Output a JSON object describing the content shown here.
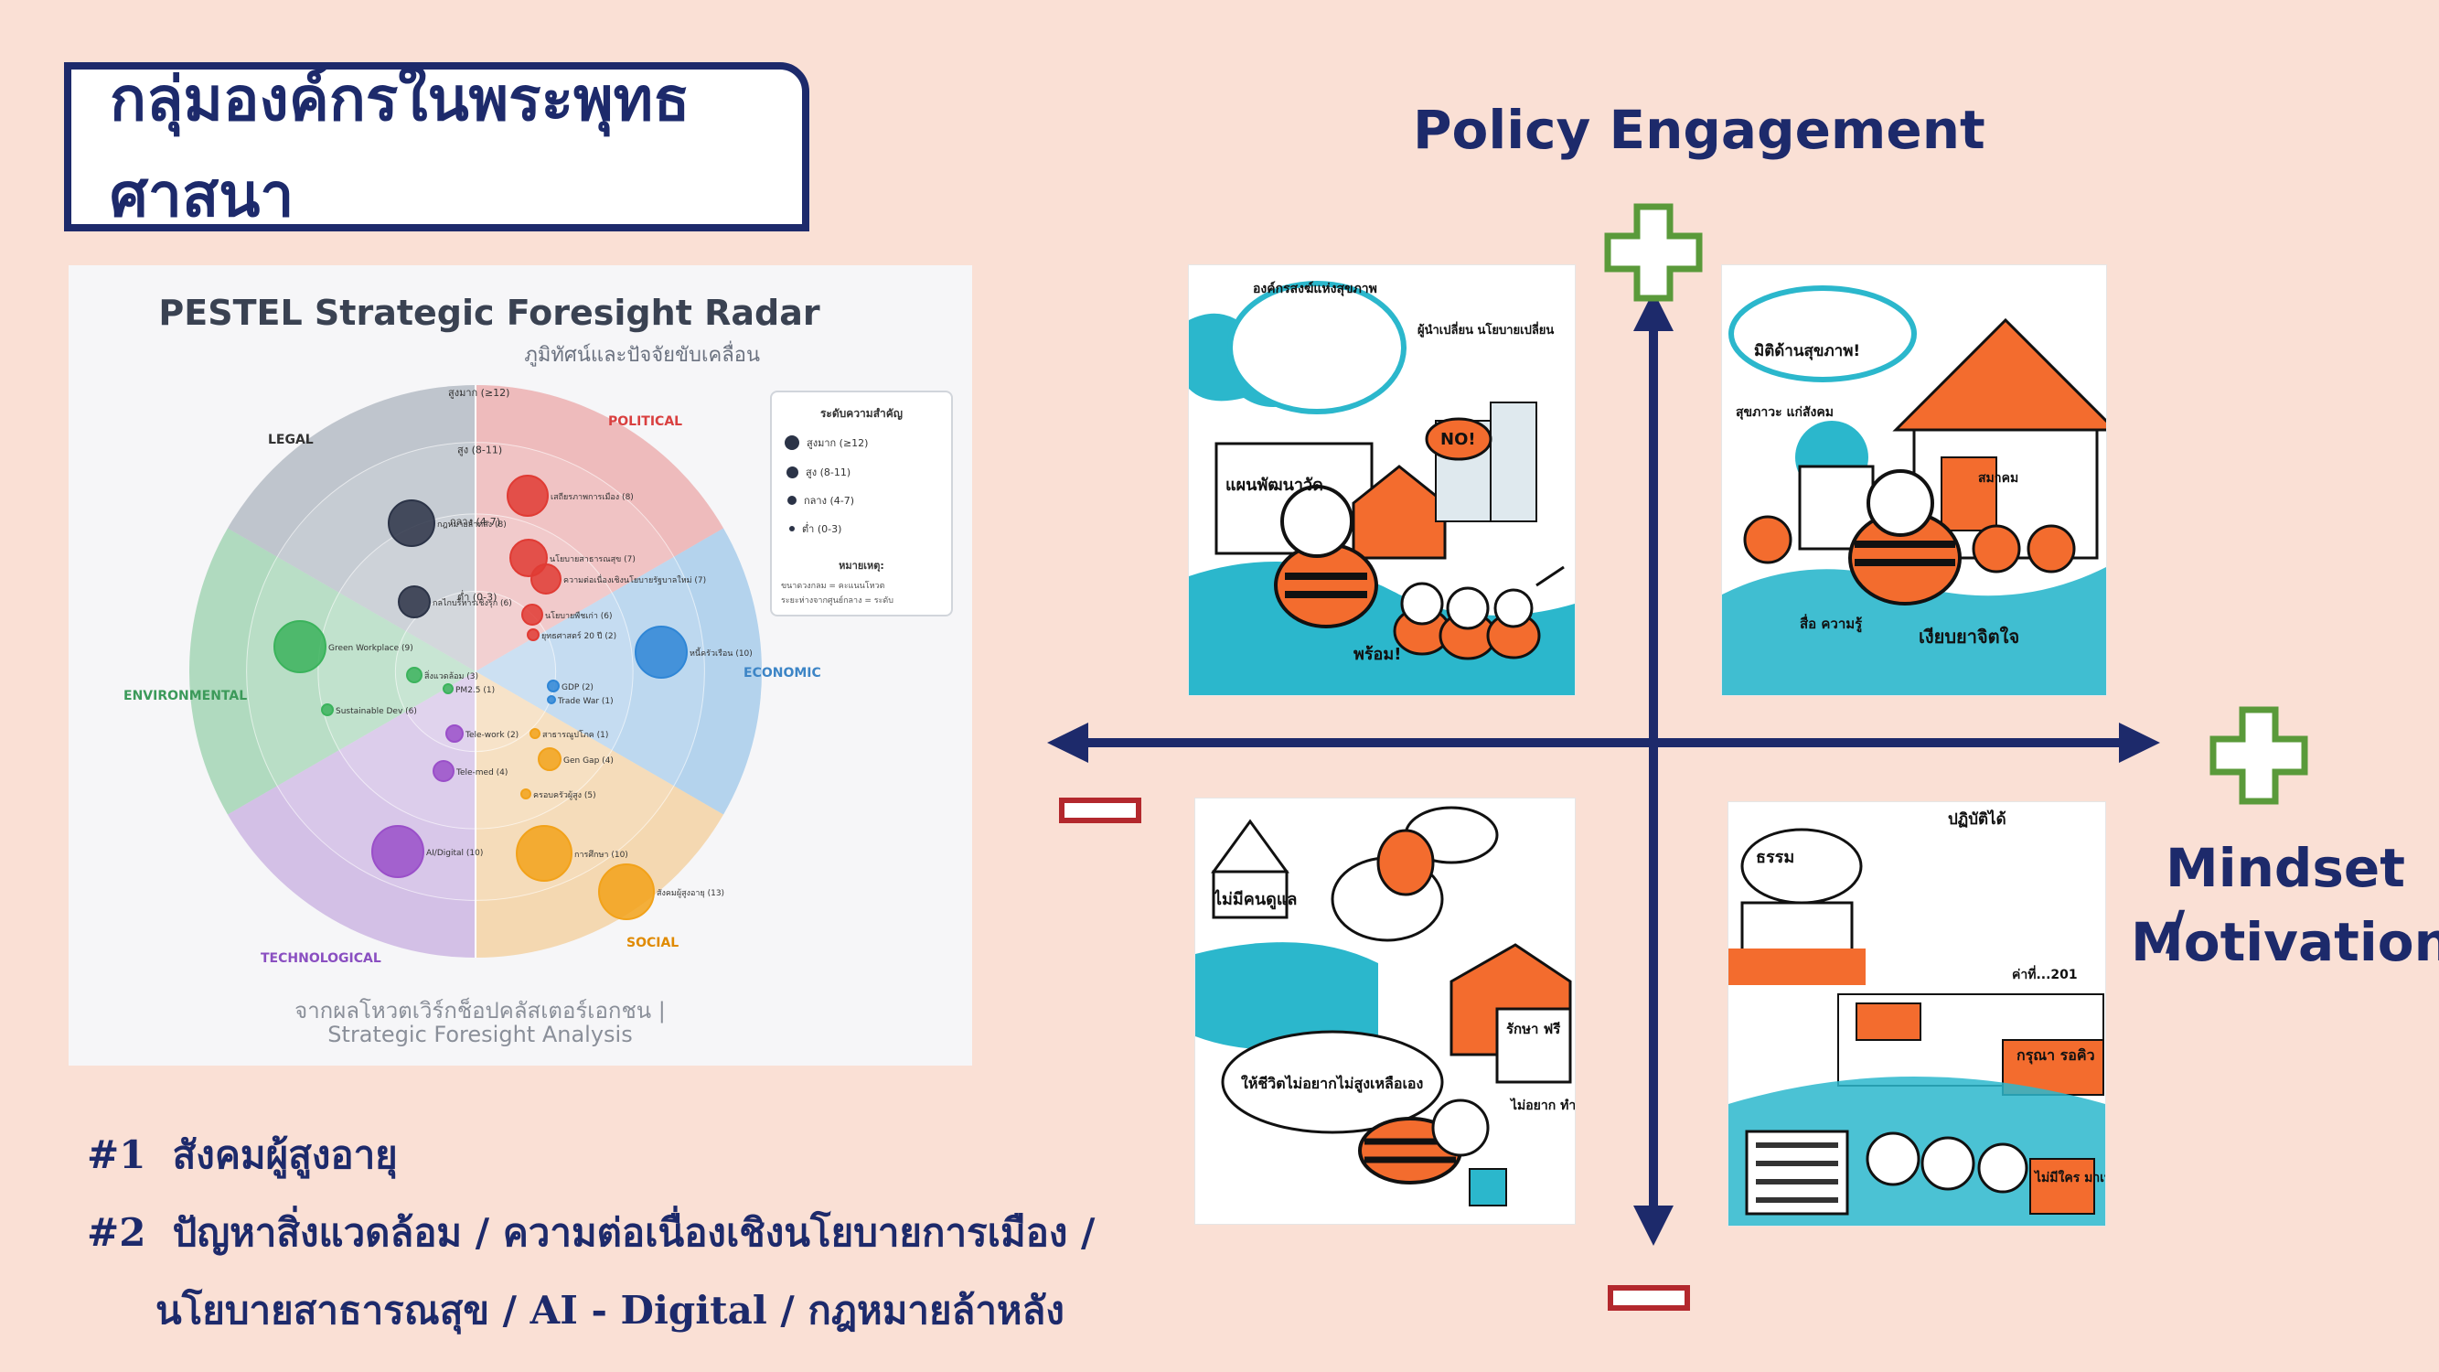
{
  "slide": {
    "title": "กลุ่มองค์กรในพระพุทธศาสนา",
    "notes": [
      {
        "num": "#1",
        "text": "สังคมผู้สูงอายุ"
      },
      {
        "num": "#2",
        "text": "ปัญหาสิ่งแวดล้อม / ความต่อเนื่องเชิงนโยบายการเมือง /"
      },
      {
        "num": "",
        "text": "นโยบายสาธารณสุข / AI - Digital / กฎหมายล้าหลัง"
      }
    ]
  },
  "radar": {
    "title": "PESTEL Strategic Foresight Radar",
    "subtitle": "ภูมิทัศน์และปัจจัยขับเคลื่อน",
    "rings": [
      "สูงมาก (≥12)",
      "สูง (8-11)",
      "กลาง (4-7)",
      "ต่ำ (0-3)"
    ],
    "sectors": [
      {
        "name": "POLITICAL",
        "color": "#e57373"
      },
      {
        "name": "ECONOMIC",
        "color": "#64a8e0"
      },
      {
        "name": "SOCIAL",
        "color": "#f2b35a"
      },
      {
        "name": "TECHNOLOGICAL",
        "color": "#a87fd1"
      },
      {
        "name": "ENVIRONMENTAL",
        "color": "#5cb87a"
      },
      {
        "name": "LEGAL",
        "color": "#7d8a9a"
      }
    ],
    "items": [
      {
        "label": "เสถียรภาพการเมือง (8)",
        "sector": "POLITICAL"
      },
      {
        "label": "นโยบายสาธารณสุข (7)",
        "sector": "POLITICAL"
      },
      {
        "label": "ความต่อเนื่องเชิงนโยบายรัฐบาลใหม่ (7)",
        "sector": "POLITICAL"
      },
      {
        "label": "นโยบายพืชเก่า (6)",
        "sector": "POLITICAL"
      },
      {
        "label": "ยุทธศาสตร์ 20 ปี (2)",
        "sector": "POLITICAL"
      },
      {
        "label": "หนี้ครัวเรือน (10)",
        "sector": "ECONOMIC"
      },
      {
        "label": "GDP (2)",
        "sector": "ECONOMIC"
      },
      {
        "label": "Trade War (1)",
        "sector": "ECONOMIC"
      },
      {
        "label": "สาธารณูปโภค (1)",
        "sector": "SOCIAL"
      },
      {
        "label": "Gen Gap (4)",
        "sector": "SOCIAL"
      },
      {
        "label": "ครอบครัวผู้สูง (5)",
        "sector": "SOCIAL"
      },
      {
        "label": "การศึกษา (10)",
        "sector": "SOCIAL"
      },
      {
        "label": "สังคมผู้สูงอายุ (13)",
        "sector": "SOCIAL"
      },
      {
        "label": "Tele-work (2)",
        "sector": "TECHNOLOGICAL"
      },
      {
        "label": "Tele-med (4)",
        "sector": "TECHNOLOGICAL"
      },
      {
        "label": "AI/Digital (10)",
        "sector": "TECHNOLOGICAL"
      },
      {
        "label": "Green Workplace (9)",
        "sector": "ENVIRONMENTAL"
      },
      {
        "label": "สิ่งแวดล้อม (3)",
        "sector": "ENVIRONMENTAL"
      },
      {
        "label": "PM2.5 (1)",
        "sector": "ENVIRONMENTAL"
      },
      {
        "label": "Sustainable Dev (6)",
        "sector": "ENVIRONMENTAL"
      },
      {
        "label": "กฎหมายล้าหลัง (8)",
        "sector": "LEGAL"
      },
      {
        "label": "กลไกบริหารเชิงรุก (6)",
        "sector": "LEGAL"
      }
    ],
    "legend": {
      "title": "ระดับความสำคัญ",
      "items": [
        "สูงมาก (≥12)",
        "สูง (8-11)",
        "กลาง (4-7)",
        "ต่ำ (0-3)"
      ],
      "note_title": "หมายเหตุ:",
      "note_lines": [
        "ขนาดวงกลม = คะแนนโหวต",
        "ระยะห่างจากศูนย์กลาง = ระดับ"
      ]
    },
    "footer_1": "จากผลโหวตเวิร์กช็อปคลัสเตอร์เอกชน |",
    "footer_2": "Strategic Foresight Analysis"
  },
  "quadrant": {
    "y_axis_label": "Policy Engagement",
    "x_axis_label_1": "Mindset /",
    "x_axis_label_2": "Motivation",
    "plus_color": "#5a9a3a",
    "minus_color": "#b3282d",
    "axis_color": "#1d2a6b"
  },
  "sketches": {
    "top_left": {
      "bubble": "องค์กรสงฆ์แห่งสุขภาพ",
      "plan": "แผนพัฒนาวัด",
      "no": "NO!",
      "risk": "ผู้นำเปลี่ยน นโยบายเปลี่ยน",
      "ready": "พร้อม!"
    },
    "top_right": {
      "bubble": "มิติด้านสุขภาพ!",
      "gate": "สมาคม",
      "health": "สุขภาวะ แก่สังคม",
      "calm": "เงียบยาจิตใจ",
      "know": "สื่อ ความรู้"
    },
    "bottom_left": {
      "none": "ไม่มีคนดูแล",
      "bubble": "ให้ชีวิตไม่อยากไม่สูงเหลือเอง",
      "cure": "รักษา ฟรี",
      "learn": "ไม่อยาก ทำอะไร"
    },
    "bottom_right": {
      "practice": "ปฏิบัติได้",
      "dharma": "ธรรม",
      "count": "ค่าที่...201",
      "wait": "กรุณา รอคิว",
      "nobody": "ไม่มีใคร มาเทศน์"
    }
  }
}
